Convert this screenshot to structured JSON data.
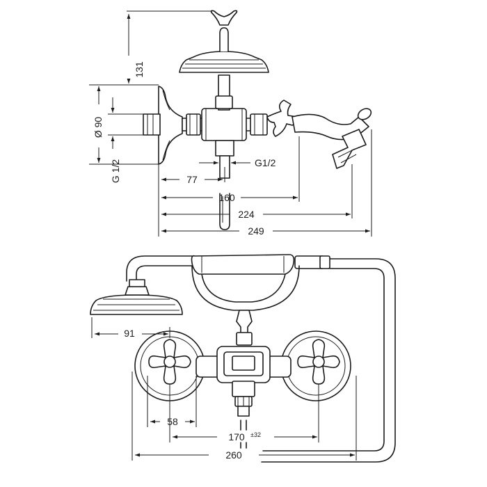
{
  "dimensions": {
    "d131": "131",
    "d90": "Ø 90",
    "g12v": "G 1/2",
    "g12h": "G1/2",
    "d77": "77",
    "d160": "160",
    "d224": "224",
    "d249": "249",
    "d91": "91",
    "d58": "58",
    "d170": "170",
    "d170tol": "±32",
    "d260": "260"
  }
}
